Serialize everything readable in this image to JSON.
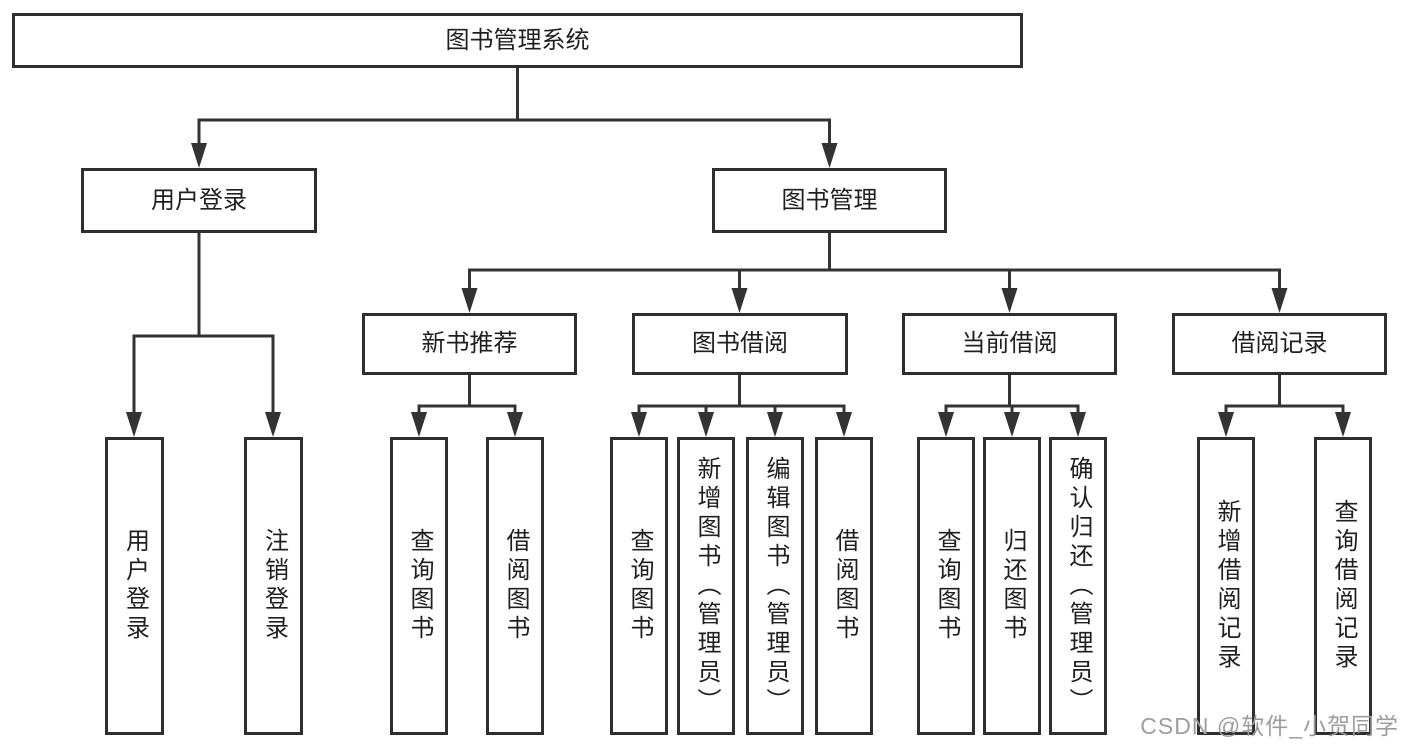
{
  "diagram": {
    "root": {
      "label": "图书管理系统"
    },
    "branches": [
      {
        "label": "用户登录",
        "children": [
          {
            "label": "用户登录"
          },
          {
            "label": "注销登录"
          }
        ]
      },
      {
        "label": "图书管理",
        "children": [
          {
            "label": "新书推荐",
            "children": [
              {
                "label": "查询图书"
              },
              {
                "label": "借阅图书"
              }
            ]
          },
          {
            "label": "图书借阅",
            "children": [
              {
                "label": "查询图书"
              },
              {
                "label": "新增图书（管理员）"
              },
              {
                "label": "编辑图书（管理员）"
              },
              {
                "label": "借阅图书"
              }
            ]
          },
          {
            "label": "当前借阅",
            "children": [
              {
                "label": "查询图书"
              },
              {
                "label": "归还图书"
              },
              {
                "label": "确认归还（管理员）"
              }
            ]
          },
          {
            "label": "借阅记录",
            "children": [
              {
                "label": "新增借阅记录"
              },
              {
                "label": "查询借阅记录"
              }
            ]
          }
        ]
      }
    ]
  },
  "watermark": {
    "text": "CSDN @软件_小贺同学"
  },
  "colors": {
    "line": "#333333",
    "box_border": "#2e2e2e",
    "text": "#1f1f1f",
    "background": "#ffffff",
    "watermark": "#9d9d9d"
  }
}
